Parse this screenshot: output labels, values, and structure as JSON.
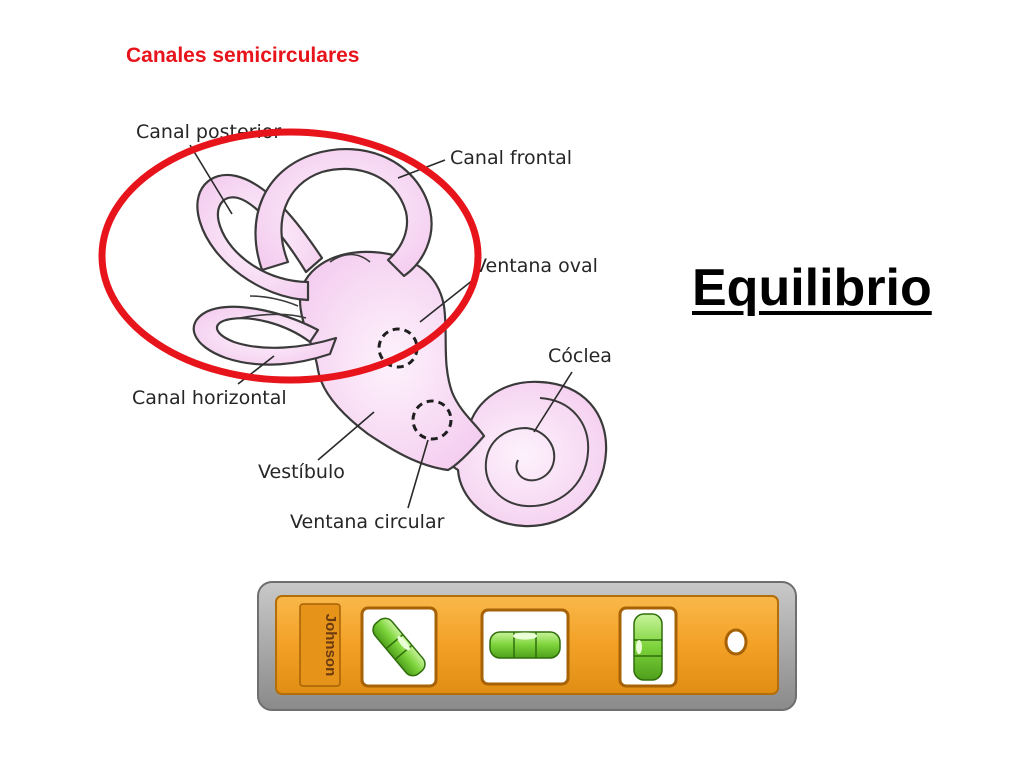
{
  "slide": {
    "subtitle": "Canales semicirculares",
    "title": "Equilibrio"
  },
  "diagram": {
    "labels": {
      "canal_posterior": "Canal posterior",
      "canal_frontal": "Canal frontal",
      "ventana_oval": "Ventana oval",
      "coclea": "Cóclea",
      "canal_horizontal": "Canal horizontal",
      "vestibulo": "Vestíbulo",
      "ventana_circular": "Ventana circular"
    },
    "colors": {
      "organ_fill": "#f7d9f3",
      "organ_stroke": "#3a3a3a",
      "highlight_ring": "#e8141b"
    }
  },
  "level_tool": {
    "brand": "Johnson",
    "colors": {
      "body": "#f2a12b",
      "frame": "#9b9b9b",
      "vial": "#7cd33a"
    }
  }
}
